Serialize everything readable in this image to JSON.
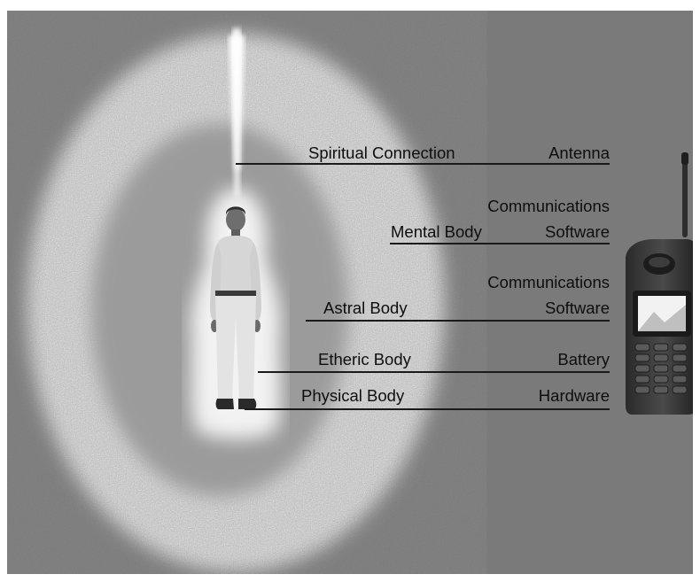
{
  "colors": {
    "background": "#7a7a7a",
    "aura_glow": "#ececec",
    "aura_inner": "#9a9a9a",
    "line": "#1a1a1a",
    "text": "#0e0e0e"
  },
  "illustration": {
    "figure": "standing-man",
    "device": "mobile-phone"
  },
  "rows": [
    {
      "left": "Spiritual Connection",
      "right": [
        "Antenna"
      ]
    },
    {
      "left": "Mental Body",
      "right": [
        "Communications",
        "Software"
      ]
    },
    {
      "left": "Astral Body",
      "right": [
        "Communications",
        "Software"
      ]
    },
    {
      "left": "Etheric Body",
      "right": [
        "Battery"
      ]
    },
    {
      "left": "Physical Body",
      "right": [
        "Hardware"
      ]
    }
  ]
}
